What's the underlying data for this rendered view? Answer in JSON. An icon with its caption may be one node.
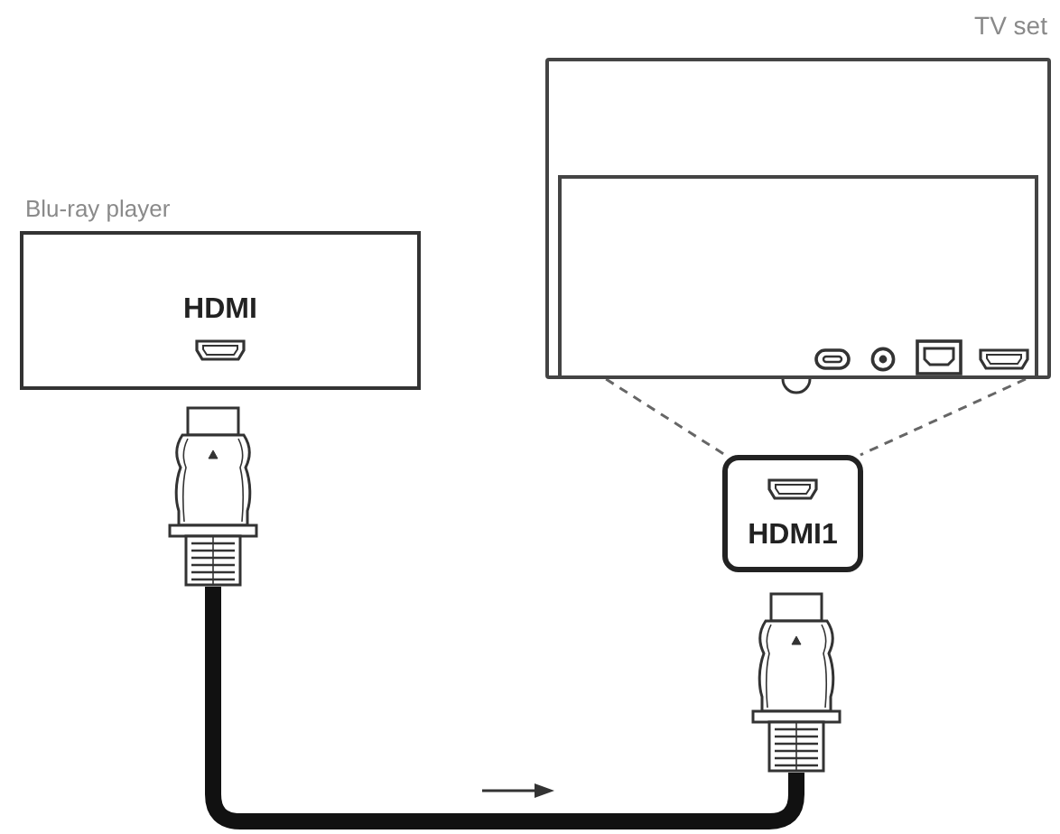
{
  "diagram": {
    "nodes": [
      {
        "text": [
          "Blu-ray player",
          "HDMI"
        ]
      },
      {
        "text": [
          "TV set"
        ]
      },
      {
        "text": [
          "HDMI1"
        ]
      },
      {
        "text": [],
        "shape": "picture"
      },
      {
        "text": [],
        "shape": "picture"
      }
    ],
    "edges": [
      {
        "from": 1,
        "to": 2,
        "arrow": "none",
        "style": "dashed"
      },
      {
        "from": 1,
        "to": 2,
        "arrow": "none",
        "style": "dashed"
      },
      {
        "from": 3,
        "to": 4,
        "arrow": "none",
        "style": "thick"
      }
    ]
  }
}
